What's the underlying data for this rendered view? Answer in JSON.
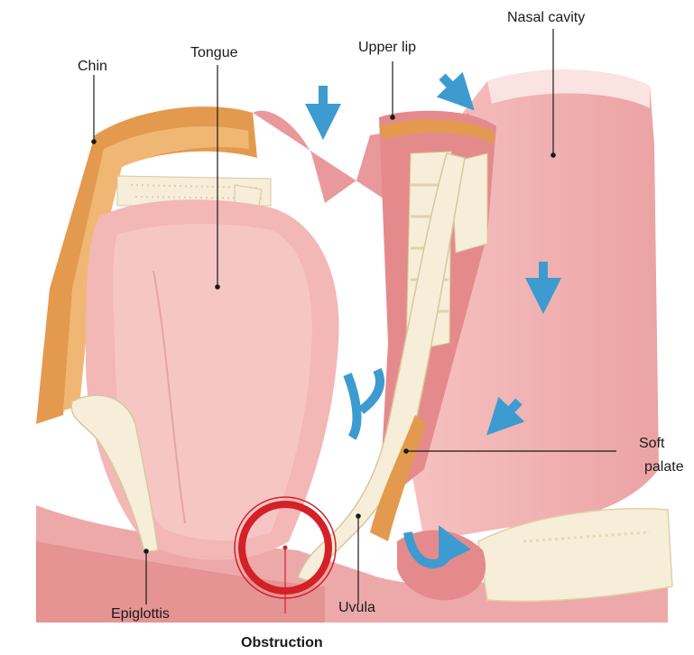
{
  "labels": {
    "chin": "Chin",
    "tongue": "Tongue",
    "upper_lip": "Upper lip",
    "nasal_cavity": "Nasal cavity",
    "soft_palate_line1": "Soft",
    "soft_palate_line2": "palate",
    "epiglottis": "Epiglottis",
    "uvula": "Uvula",
    "obstruction": "Obstruction"
  },
  "colors": {
    "tissue_light": "#f3b7b6",
    "tissue_mid": "#e99a9b",
    "tissue_dark": "#d97b7f",
    "muscle_orange": "#e39a4e",
    "muscle_orange_light": "#f0b774",
    "bone_cream": "#f6eed8",
    "airflow_arrow": "#3d9bd0",
    "obstruction_red": "#d42027",
    "leader_line": "#1a1a1a"
  },
  "icons": [
    "airflow-arrow-icon",
    "obstruction-ring-icon"
  ]
}
